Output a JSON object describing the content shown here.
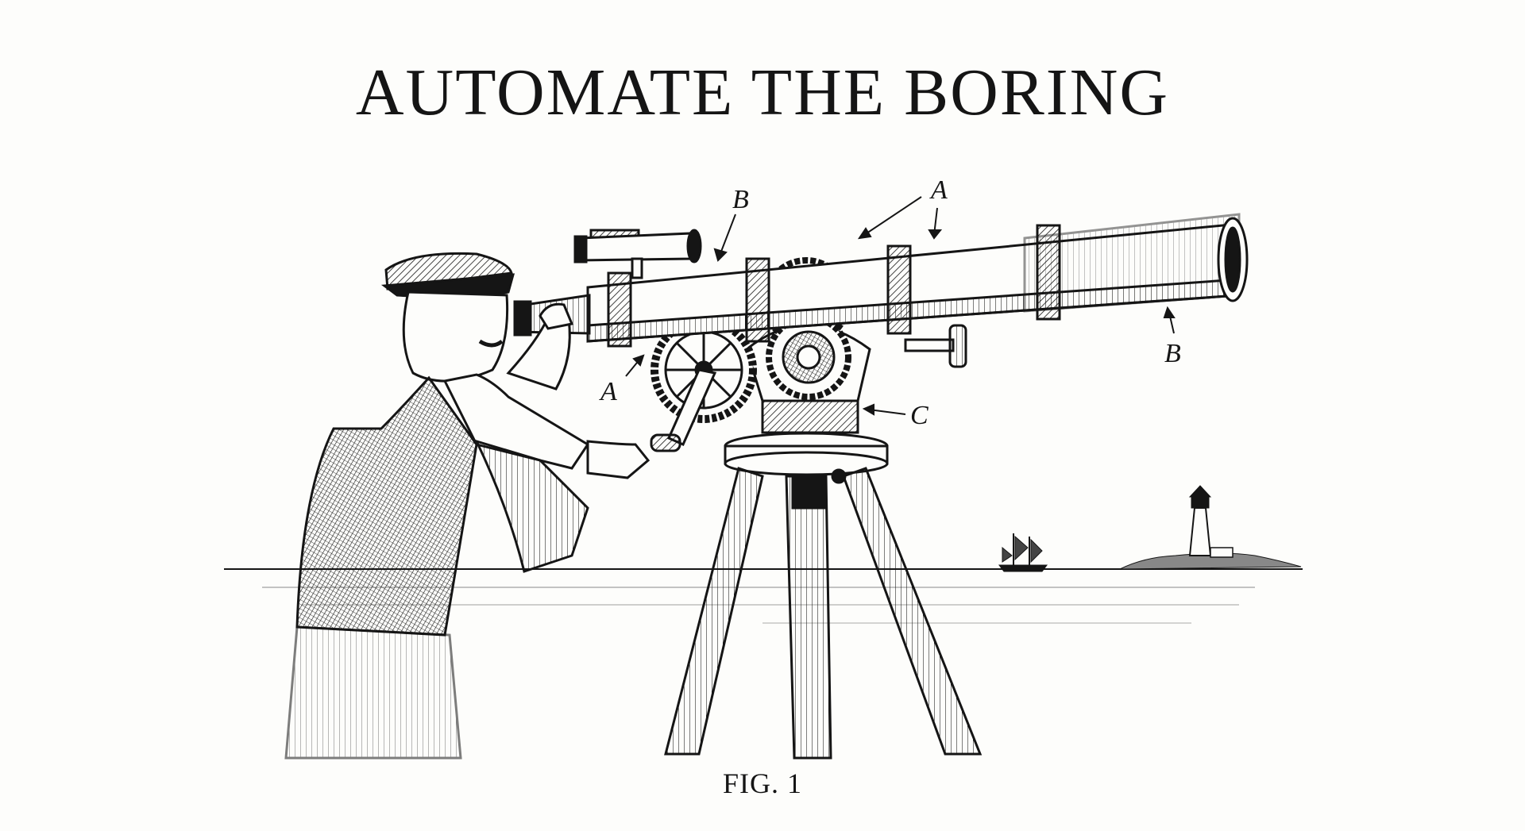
{
  "title": "AUTOMATE THE BORING",
  "caption": "FIG. 1",
  "labels": {
    "a_top": "A",
    "b_top": "B",
    "a_left": "A",
    "b_right": "B",
    "c": "C"
  },
  "colors": {
    "ink": "#151515",
    "paper": "#fdfdfb"
  }
}
